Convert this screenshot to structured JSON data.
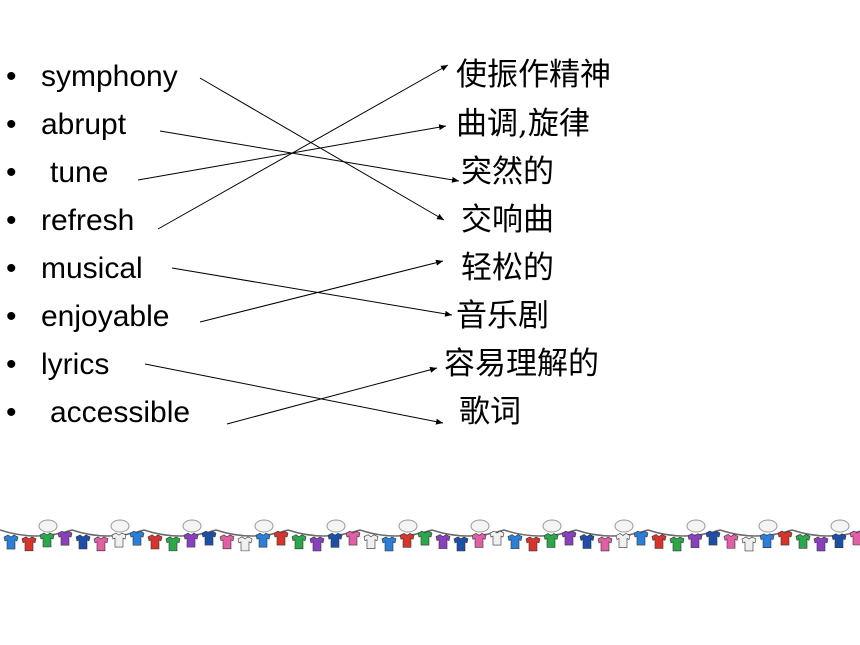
{
  "english_words": [
    {
      "word": "symphony"
    },
    {
      "word": "abrupt"
    },
    {
      "word": "tune"
    },
    {
      "word": "refresh"
    },
    {
      "word": "musical"
    },
    {
      "word": "enjoyable"
    },
    {
      "word": "lyrics"
    },
    {
      "word": "accessible"
    }
  ],
  "chinese_words": [
    {
      "word": "使振作精神"
    },
    {
      "word": "曲调,旋律"
    },
    {
      "word": "突然的"
    },
    {
      "word": "交响曲"
    },
    {
      "word": "轻松的"
    },
    {
      "word": "音乐剧"
    },
    {
      "word": "容易理解的"
    },
    {
      "word": "歌词"
    }
  ],
  "bullet_char": "•",
  "matches": [
    {
      "from": "symphony",
      "to": "交响曲"
    },
    {
      "from": "abrupt",
      "to": "突然的"
    },
    {
      "from": "tune",
      "to": "曲调,旋律"
    },
    {
      "from": "refresh",
      "to": "使振作精神"
    },
    {
      "from": "musical",
      "to": "音乐剧"
    },
    {
      "from": "enjoyable",
      "to": "轻松的"
    },
    {
      "from": "lyrics",
      "to": "歌词"
    },
    {
      "from": "accessible",
      "to": "容易理解的"
    }
  ],
  "decoration": {
    "name": "clothesline-border",
    "shirt_colors": [
      "#2a7fd8",
      "#d9342b",
      "#2aa84a",
      "#8a3fbf",
      "#1b4fa8",
      "#e05fa5",
      "#f0f0f0"
    ]
  }
}
